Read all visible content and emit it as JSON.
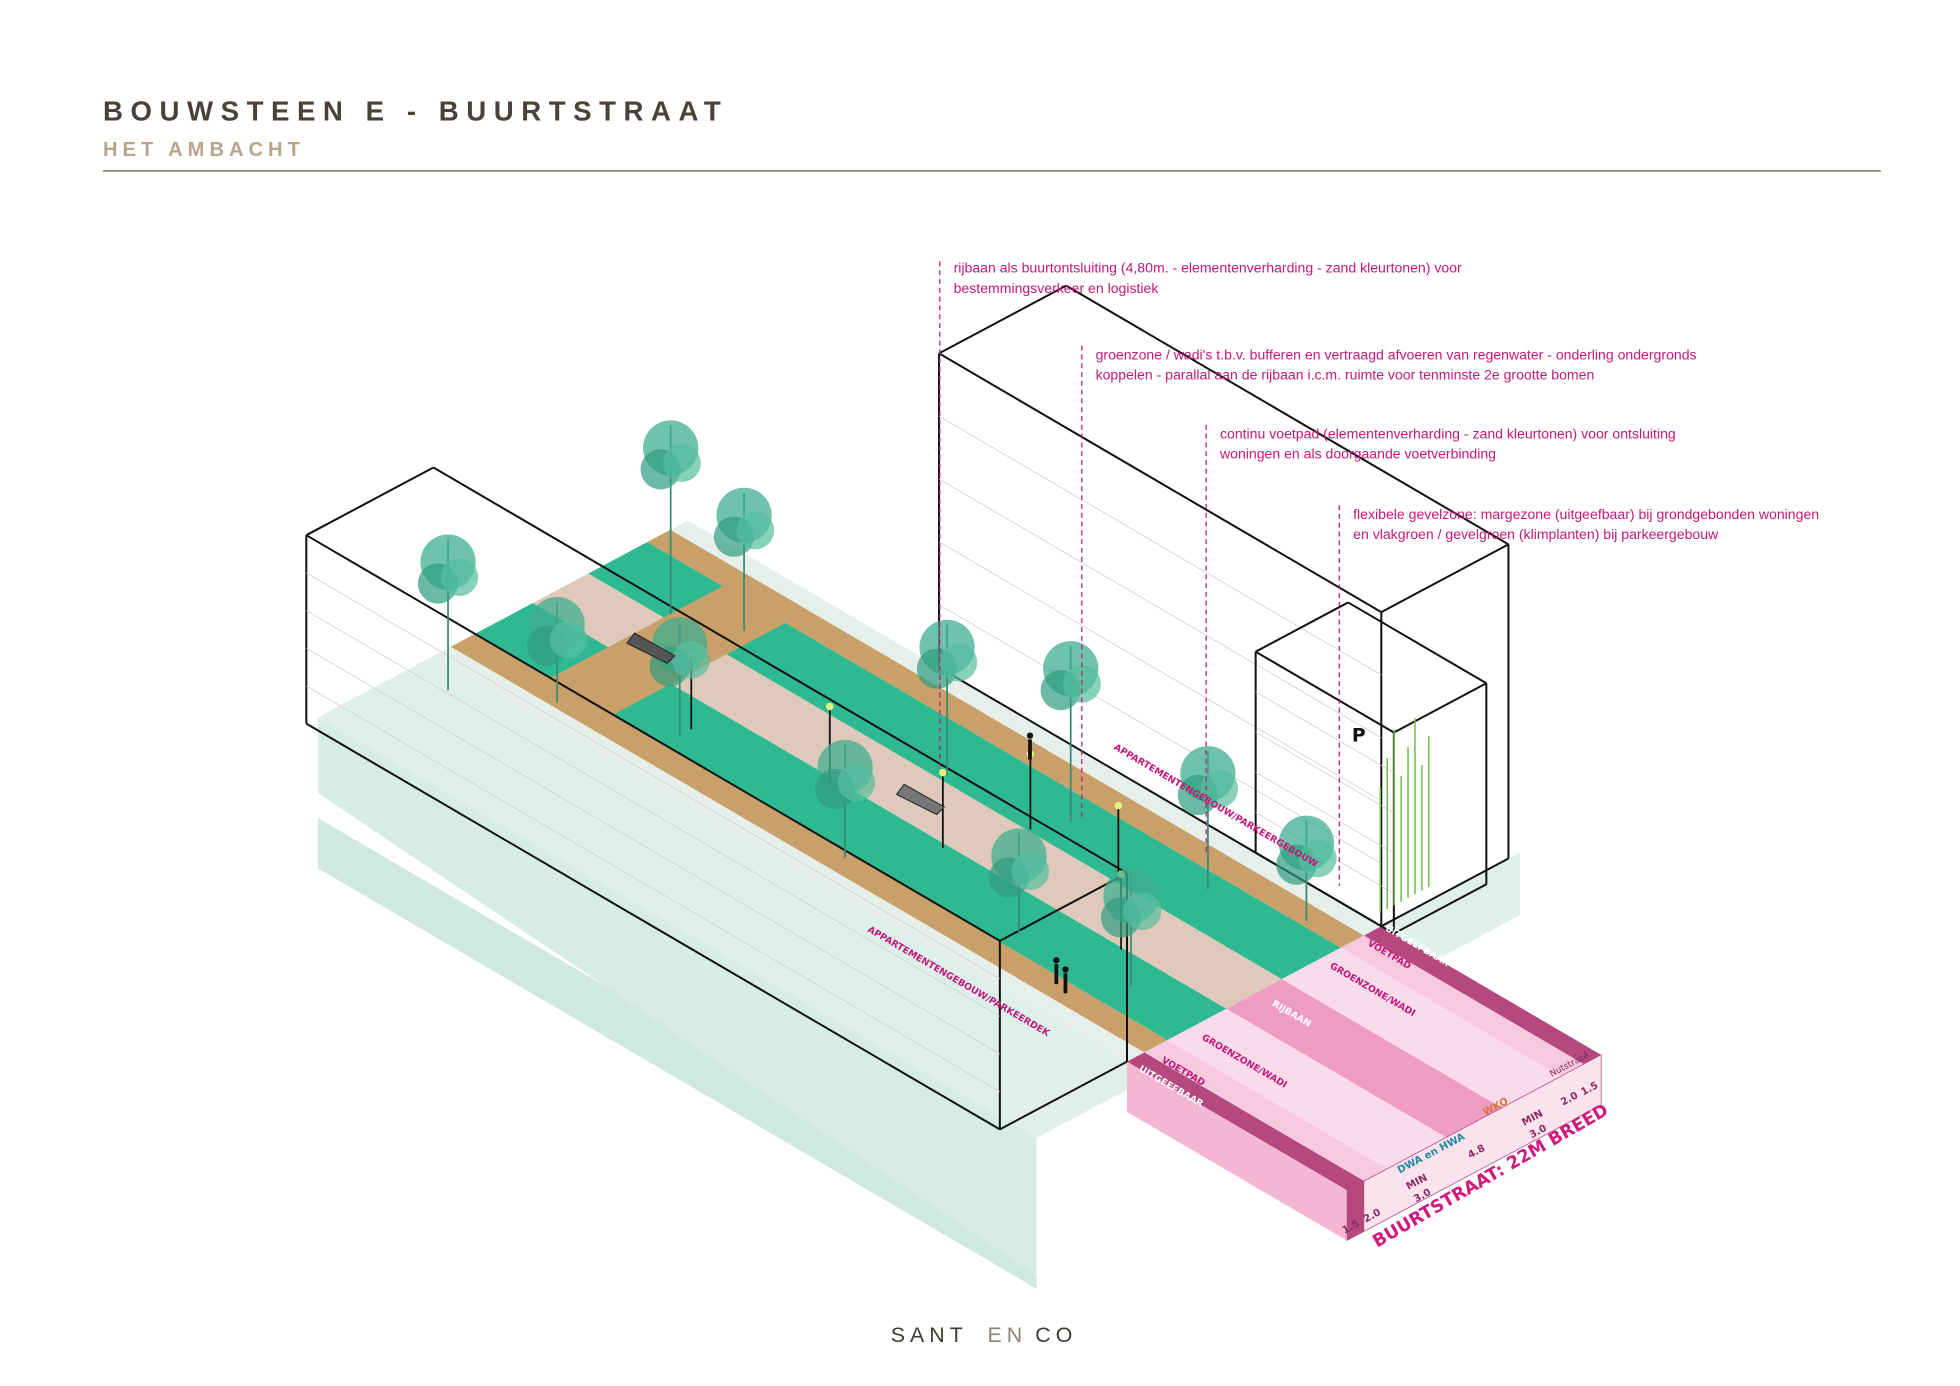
{
  "header": {
    "title": "BOUWSTEEN E - BUURTSTRAAT",
    "subtitle": "HET AMBACHT"
  },
  "annotations": [
    {
      "line1": "rijbaan als buurtontsluiting (4,80m. - elementenverharding - zand kleurtonen) voor",
      "line2": "bestemmingsverkeer en logistiek"
    },
    {
      "line1": "groenzone / wadi's t.b.v. bufferen en vertraagd afvoeren van regenwater - onderling ondergronds",
      "line2": "koppelen - parallal aan de rijbaan i.c.m. ruimte voor tenminste 2e grootte bomen"
    },
    {
      "line1": "continu voetpad (elementenverharding - zand kleurtonen) voor ontsluiting",
      "line2": "woningen en als doorgaande voetverbinding"
    },
    {
      "line1": "flexibele gevelzone: margezone (uitgeefbaar) bij grondgebonden woningen",
      "line2": "en vlakgroen / gevelgroen (klimplanten) bij parkeergebouw"
    }
  ],
  "diagram": {
    "building_right_label": "APPARTEMENTENGEBOUW/PARKEERGEBOUW",
    "building_left_label": "APPARTEMENTENGEBOUW/PARKEERDEK",
    "parking_sign": "P",
    "section": {
      "uitgeefbaar_right": "UITGEEFBAAR",
      "voetpad_right": "VOETPAD",
      "groenzone_right": "GROENZONE/WADI",
      "rijbaan": "RIJBAAN",
      "groenzone_left": "GROENZONE/WADI",
      "voetpad_left": "VOETPAD",
      "uitgeefbaar_left": "UITGEEFBAAR",
      "dwa_hwa": "DWA en HWA",
      "wko": "WKO",
      "nutstrace": "Nutstracé",
      "dims": {
        "d1": "1.5",
        "d2": "2.0",
        "d3a": "MIN",
        "d3b": "3.0",
        "d4": "4.8",
        "d5a": "MIN",
        "d5b": "3.0",
        "d6": "2.0",
        "d7": "1.5"
      },
      "total": "BUURTSTRAAT: 22M BREED"
    },
    "colors": {
      "accent": "#c2187a",
      "green": "#2fb990",
      "path": "#c9a06a",
      "road": "#dfc9bb",
      "pink": "#f3b6d3",
      "pink_dark": "#b4487f"
    }
  },
  "footer": {
    "brand_a": "SANT",
    "brand_b": "EN",
    "brand_c": "CO"
  }
}
